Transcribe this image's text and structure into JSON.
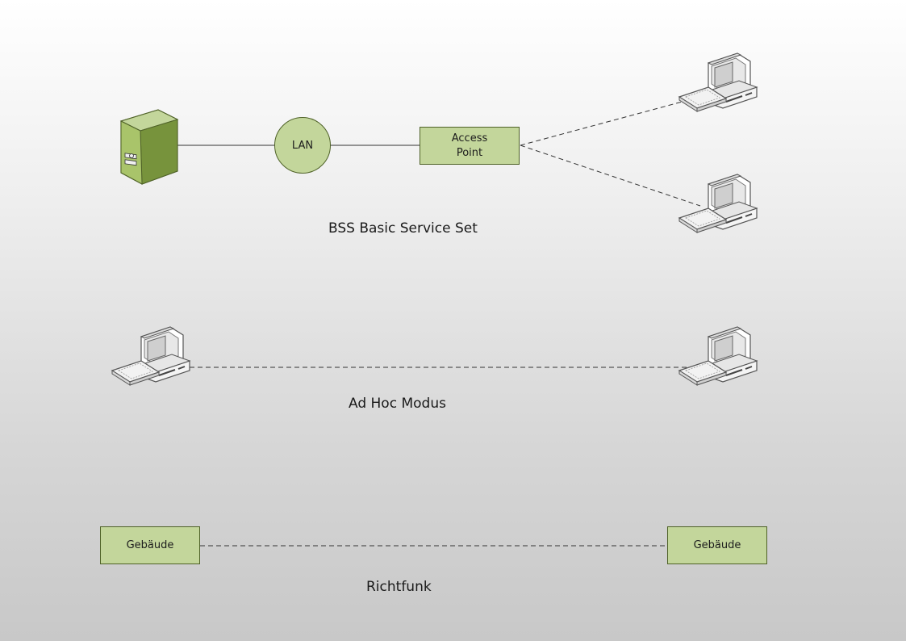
{
  "nodes": {
    "lan": "LAN",
    "access_point": "Access\nPoint",
    "building_left": "Gebäude",
    "building_right": "Gebäude"
  },
  "captions": {
    "bss": "BSS Basic Service Set",
    "adhoc": "Ad Hoc Modus",
    "richtfunk": "Richtfunk"
  },
  "icons": {
    "server": "server-icon",
    "computer": "computer-icon"
  },
  "colors": {
    "node_fill": "#c3d69b",
    "node_border": "#4f6228",
    "server_green": "#77933c",
    "line": "#333333"
  }
}
